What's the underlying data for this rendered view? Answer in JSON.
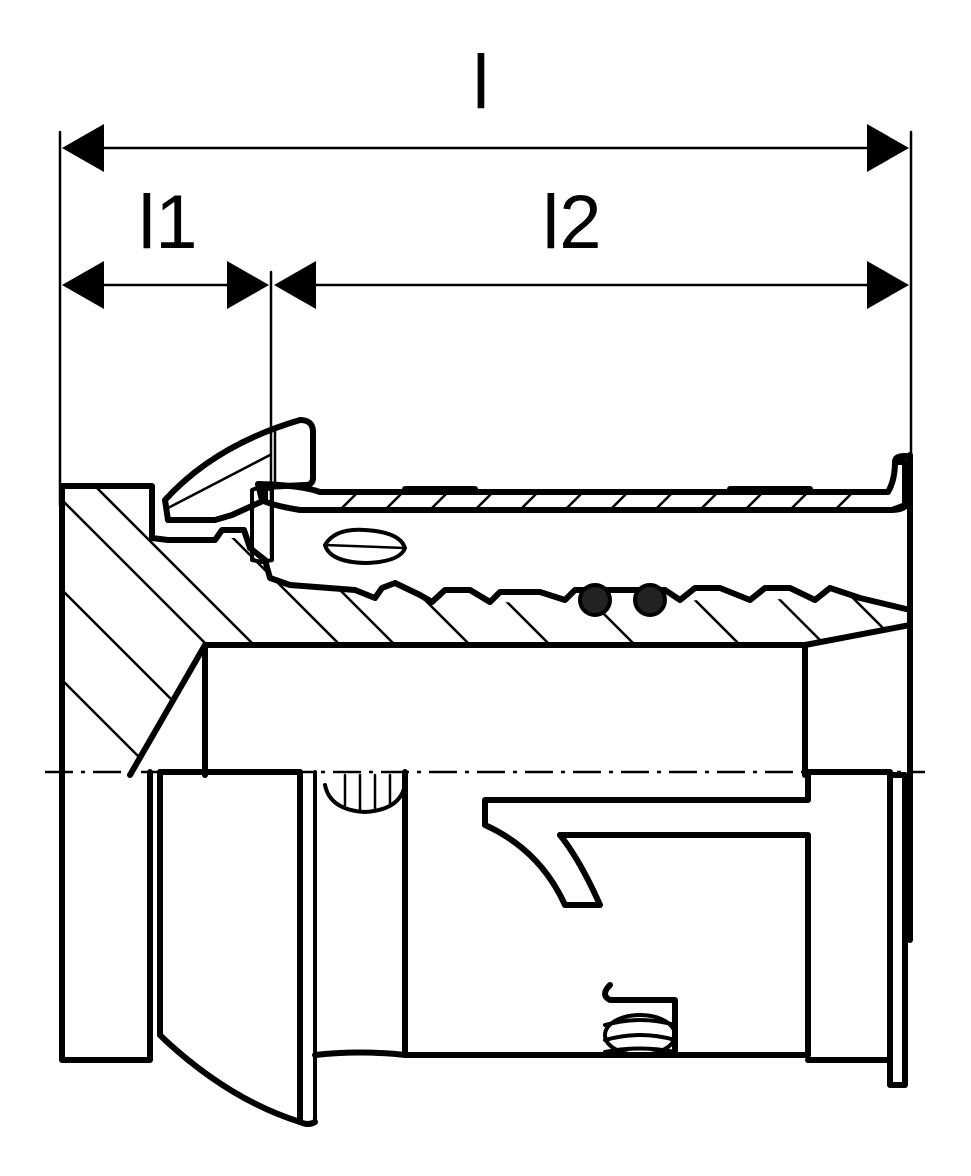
{
  "dimensions": {
    "total_label": "l",
    "left_label": "l1",
    "right_label": "l2"
  },
  "colors": {
    "line": "#000000",
    "background": "#ffffff"
  }
}
